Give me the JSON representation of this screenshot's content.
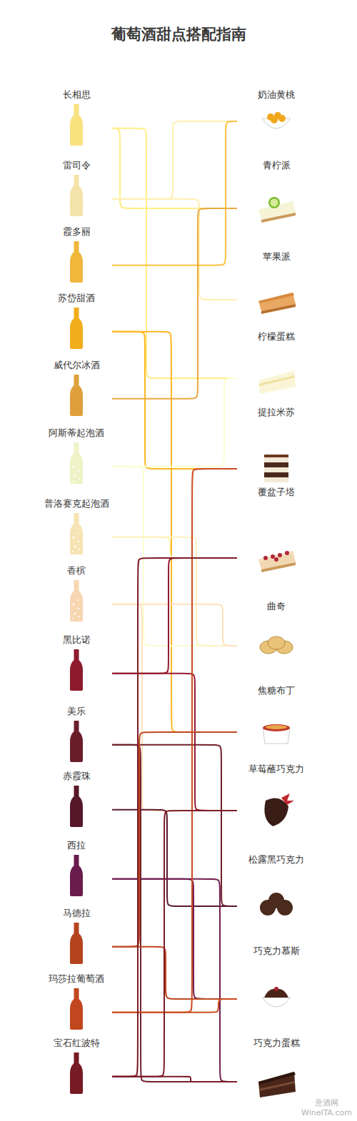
{
  "diagram": {
    "title": "葡萄酒甜点搭配指南",
    "nodes": [
      {
        "text": [
          "长相思"
        ]
      },
      {
        "text": [
          "雷司令"
        ]
      },
      {
        "text": [
          "霞多丽"
        ]
      },
      {
        "text": [
          "苏岱甜酒"
        ]
      },
      {
        "text": [
          "威代尔冰酒"
        ]
      },
      {
        "text": [
          "阿斯蒂起泡酒"
        ]
      },
      {
        "text": [
          "普洛赛克起泡酒"
        ]
      },
      {
        "text": [
          "香槟"
        ]
      },
      {
        "text": [
          "黑比诺"
        ]
      },
      {
        "text": [
          "美乐"
        ]
      },
      {
        "text": [
          "赤霞珠"
        ]
      },
      {
        "text": [
          "西拉"
        ]
      },
      {
        "text": [
          "马德拉"
        ]
      },
      {
        "text": [
          "玛莎拉葡萄酒"
        ]
      },
      {
        "text": [
          "宝石红波特"
        ]
      },
      {
        "text": [
          "奶油黄桃"
        ]
      },
      {
        "text": [
          "青柠派"
        ]
      },
      {
        "text": [
          "苹果派"
        ]
      },
      {
        "text": [
          "柠檬蛋糕"
        ]
      },
      {
        "text": [
          "提拉米苏"
        ]
      },
      {
        "text": [
          "覆盆子塔"
        ]
      },
      {
        "text": [
          "曲奇"
        ]
      },
      {
        "text": [
          "焦糖布丁"
        ]
      },
      {
        "text": [
          "草莓蘸巧克力"
        ]
      },
      {
        "text": [
          "松露黑巧克力"
        ]
      },
      {
        "text": [
          "巧克力慕斯"
        ]
      },
      {
        "text": [
          "巧克力蛋糕"
        ]
      }
    ],
    "edges": [
      {
        "from": 0,
        "to": 16,
        "arrow": "none"
      },
      {
        "from": 0,
        "to": 18,
        "arrow": "none"
      },
      {
        "from": 1,
        "to": 15,
        "arrow": "none"
      },
      {
        "from": 1,
        "to": 17,
        "arrow": "none"
      },
      {
        "from": 2,
        "to": 15,
        "arrow": "none"
      },
      {
        "from": 3,
        "to": 19,
        "arrow": "none"
      },
      {
        "from": 3,
        "to": 22,
        "arrow": "none"
      },
      {
        "from": 4,
        "to": 16,
        "arrow": "none"
      },
      {
        "from": 5,
        "to": 18,
        "arrow": "none"
      },
      {
        "from": 5,
        "to": 21,
        "arrow": "none"
      },
      {
        "from": 6,
        "to": 20,
        "arrow": "none"
      },
      {
        "from": 6,
        "to": 21,
        "arrow": "none"
      },
      {
        "from": 7,
        "to": 21,
        "arrow": "none"
      },
      {
        "from": 7,
        "to": 23,
        "arrow": "none"
      },
      {
        "from": 8,
        "to": 20,
        "arrow": "none"
      },
      {
        "from": 8,
        "to": 23,
        "arrow": "none"
      },
      {
        "from": 9,
        "to": 24,
        "arrow": "none"
      },
      {
        "from": 9,
        "to": 26,
        "arrow": "none"
      },
      {
        "from": 10,
        "to": 24,
        "arrow": "none"
      },
      {
        "from": 11,
        "to": 25,
        "arrow": "none"
      },
      {
        "from": 11,
        "to": 26,
        "arrow": "none"
      },
      {
        "from": 12,
        "to": 22,
        "arrow": "none"
      },
      {
        "from": 12,
        "to": 25,
        "arrow": "none"
      },
      {
        "from": 13,
        "to": 19,
        "arrow": "none"
      },
      {
        "from": 13,
        "to": 25,
        "arrow": "none"
      },
      {
        "from": 14,
        "to": 20,
        "arrow": "none"
      },
      {
        "from": 14,
        "to": 23,
        "arrow": "none"
      },
      {
        "from": 14,
        "to": 26,
        "arrow": "none"
      }
    ],
    "labels": [
      "意酒网",
      "WineITA.com"
    ]
  }
}
